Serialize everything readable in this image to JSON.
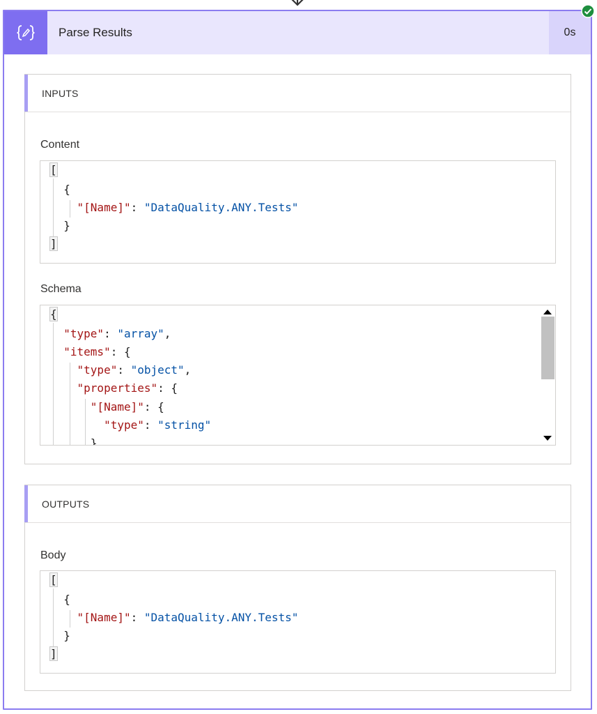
{
  "action": {
    "title": "Parse Results",
    "duration": "0s",
    "status": "succeeded",
    "icon": "json-braces-pencil-icon",
    "accent_color": "#7e6ef0",
    "header_bg": "#e9e6fd"
  },
  "inputs": {
    "section_title": "INPUTS",
    "content": {
      "label": "Content",
      "lines": [
        "[",
        "  {",
        "    \"[Name]\": \"DataQuality.ANY.Tests\"",
        "  }",
        "]"
      ]
    },
    "schema": {
      "label": "Schema",
      "lines": [
        "{",
        "  \"type\": \"array\",",
        "  \"items\": {",
        "    \"type\": \"object\",",
        "    \"properties\": {",
        "      \"[Name]\": {",
        "        \"type\": \"string\"",
        "      }"
      ]
    }
  },
  "outputs": {
    "section_title": "OUTPUTS",
    "body": {
      "label": "Body",
      "lines": [
        "[",
        "  {",
        "    \"[Name]\": \"DataQuality.ANY.Tests\"",
        "  }",
        "]"
      ]
    }
  }
}
